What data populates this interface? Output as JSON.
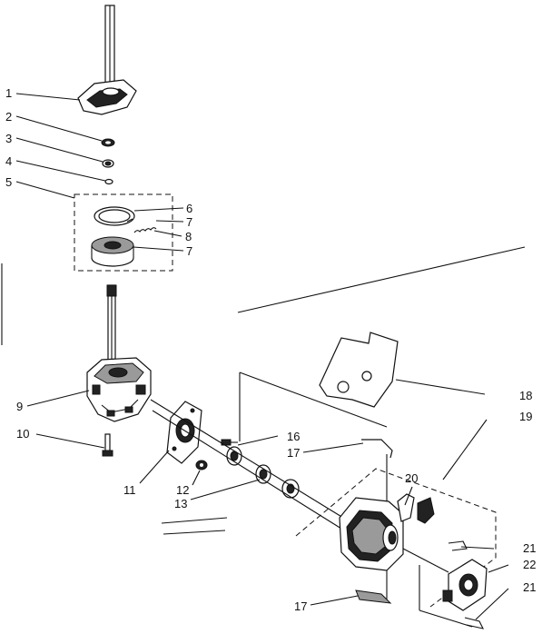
{
  "labels": {
    "n1": "1",
    "n2": "2",
    "n3": "3",
    "n4": "4",
    "n5": "5",
    "n6": "6",
    "n7a": "7",
    "n8": "8",
    "n7b": "7",
    "n9": "9",
    "n10": "10",
    "n11": "11",
    "n12": "12",
    "n13": "13",
    "n16": "16",
    "n17a": "17",
    "n17b": "17",
    "n18": "18",
    "n19": "19",
    "n20": "20",
    "n21a": "21",
    "n21b": "21",
    "n22": "22"
  }
}
